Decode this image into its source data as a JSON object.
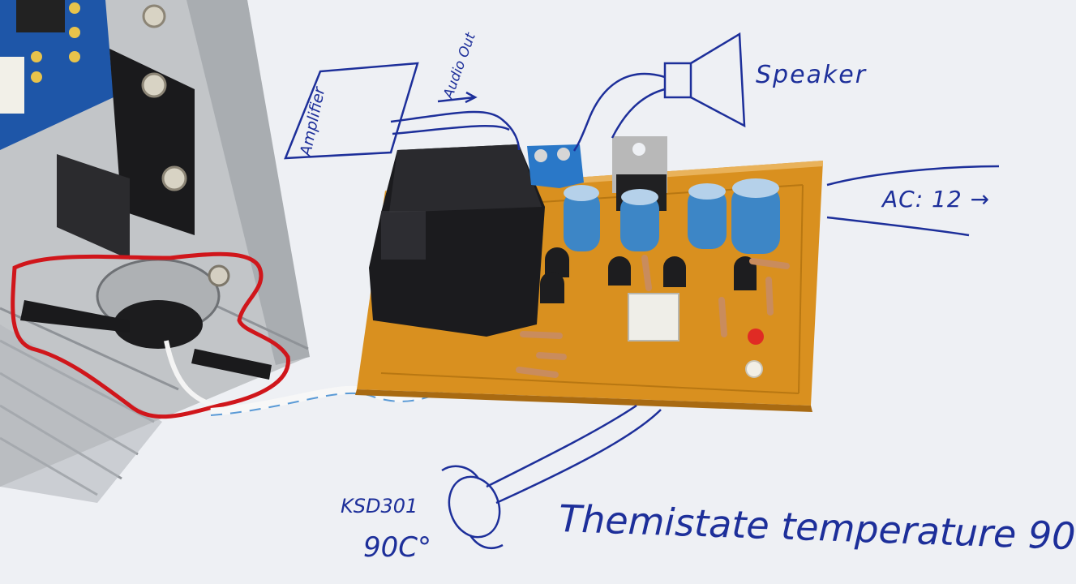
{
  "labels": {
    "amplifier": "Amplifier",
    "audio_out": "Audio Out",
    "speaker": "Speaker",
    "ac_input": "AC: 12 →",
    "sensor_model": "KSD301",
    "sensor_temp": "90C°",
    "caption": "Themistate temperature 90"
  },
  "colors": {
    "paper": "#eef0f4",
    "ink": "#1d2f9a",
    "pcb": "#d9901f",
    "heatsink": "#c7cacd",
    "highlight": "#d0161b",
    "relay": "#1b1b1e",
    "capacitor": "#3d86c6",
    "terminal": "#2a78c8"
  },
  "icons": [
    "heatsink-icon",
    "relay-icon",
    "capacitor-icon",
    "transistor-icon",
    "thermostat-sensor-icon",
    "speaker-icon",
    "led-icon"
  ]
}
